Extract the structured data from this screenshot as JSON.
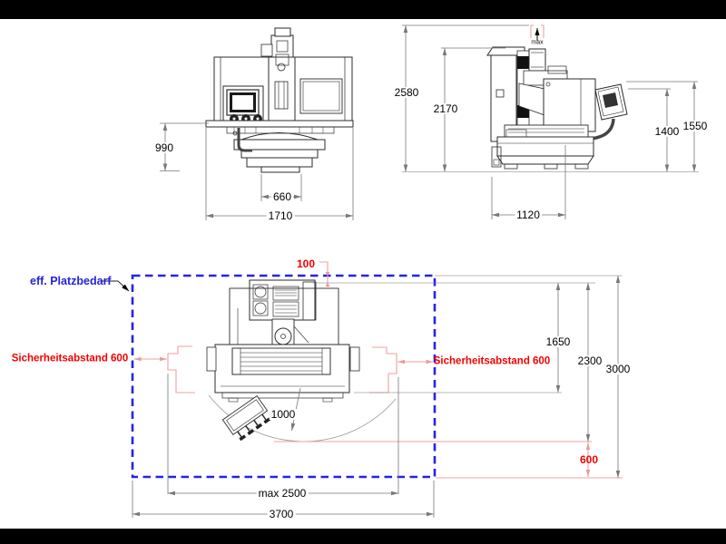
{
  "drawing": {
    "front_view": {
      "dim_height_table": "990",
      "dim_base_width": "660",
      "dim_total_width": "1710"
    },
    "side_view": {
      "dim_max_height": "2580",
      "dim_machine_height": "2170",
      "dim_panel_height_low": "1400",
      "dim_panel_height_high": "1550",
      "dim_base_depth": "1120",
      "max_travel_label": "max"
    },
    "top_view": {
      "space_requirement_label": "eff. Platzbedarf",
      "safety_distance_left": "Sicherheitsabstand 600",
      "safety_distance_right": "Sicherheitsabstand 600",
      "dim_rear_gap": "100",
      "dim_machine_depth": "1650",
      "dim_front_depth": "2300",
      "dim_total_depth": "3000",
      "dim_front_gap": "600",
      "dim_swing_radius": "1000",
      "dim_swing_width": "max 2500",
      "dim_total_width": "3700"
    },
    "colors": {
      "boundary_blue": "#2424e8",
      "safety_red_text": "#f20000",
      "safety_line_pink": "#f0a0a0",
      "dimension_gray": "#787878",
      "letterbox_black": "#000000"
    }
  }
}
